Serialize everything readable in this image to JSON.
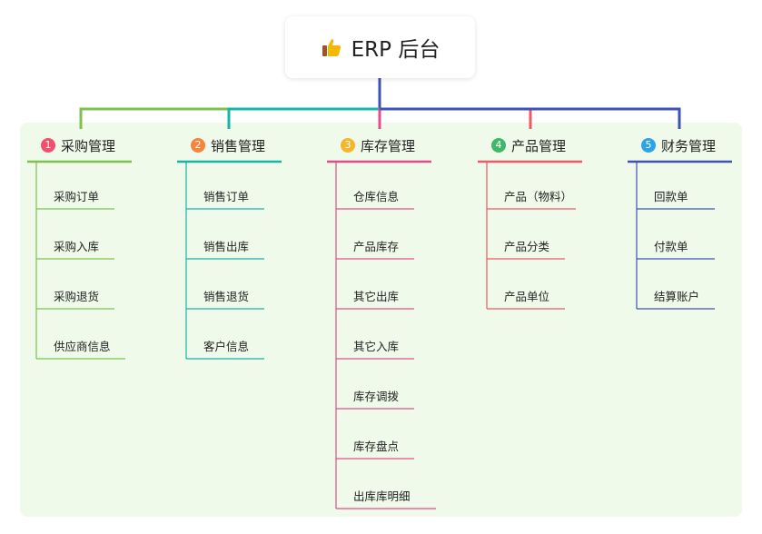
{
  "root": {
    "title": "ERP 后台",
    "icon": "thumbs-up-icon"
  },
  "branches": [
    {
      "number": "1",
      "label": "采购管理",
      "color": "#7cc24d",
      "badge_color": "#f0506e",
      "items": [
        "采购订单",
        "采购入库",
        "采购退货",
        "供应商信息"
      ]
    },
    {
      "number": "2",
      "label": "销售管理",
      "color": "#17b4a9",
      "badge_color": "#f5843c",
      "items": [
        "销售订单",
        "销售出库",
        "销售退货",
        "客户信息"
      ]
    },
    {
      "number": "3",
      "label": "库存管理",
      "color": "#e34d8c",
      "badge_color": "#f7b52a",
      "items": [
        "仓库信息",
        "产品库存",
        "其它出库",
        "其它入库",
        "库存调拨",
        "库存盘点",
        "出库库明细"
      ]
    },
    {
      "number": "4",
      "label": "产品管理",
      "color": "#ee5a66",
      "badge_color": "#3fb86c",
      "items": [
        "产品（物料）",
        "产品分类",
        "产品单位"
      ]
    },
    {
      "number": "5",
      "label": "财务管理",
      "color": "#3f51b5",
      "badge_color": "#2aa3e8",
      "items": [
        "回款单",
        "付款单",
        "结算账户"
      ]
    }
  ],
  "colors": {
    "trunk": "#3f51b5",
    "panel": "#effaea"
  }
}
